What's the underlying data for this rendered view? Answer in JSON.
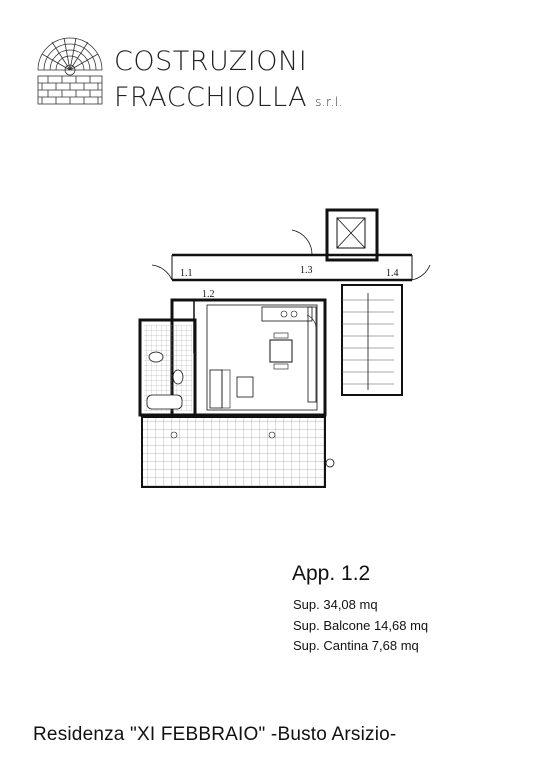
{
  "brand": {
    "line1": "COSTRUZIONI",
    "line2": "FRACCHIOLLA",
    "suffix": "s.r.l."
  },
  "plan_labels": {
    "l11": "1.1",
    "l12": "1.2",
    "l13": "1.3",
    "l14": "1.4"
  },
  "apartment": {
    "title": "App. 1.2",
    "sup": "Sup. 34,08 mq",
    "balcone": "Sup. Balcone 14,68 mq",
    "cantina": "Sup. Cantina 7,68 mq"
  },
  "footer": "Residenza \"XI FEBBRAIO\" -Busto Arsizio-",
  "colors": {
    "ink": "#111111",
    "paper": "#ffffff"
  }
}
